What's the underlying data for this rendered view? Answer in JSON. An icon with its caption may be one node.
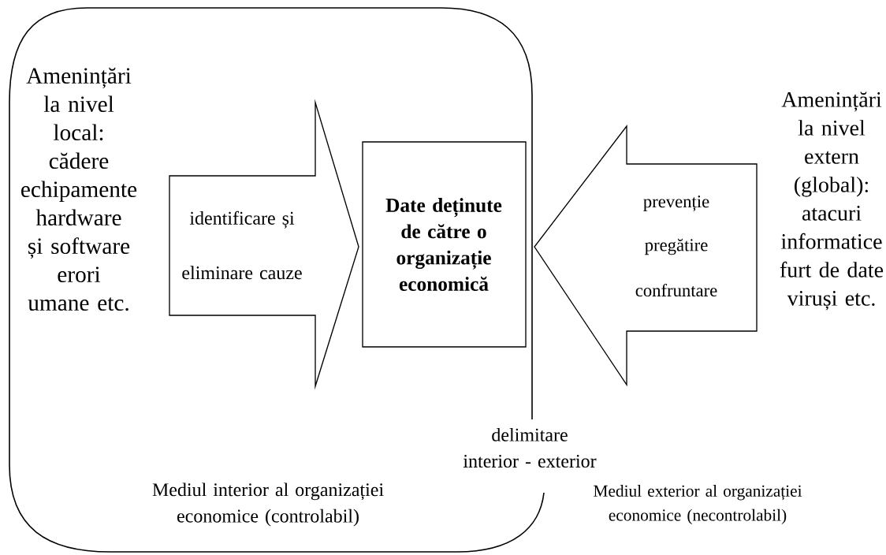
{
  "diagram": {
    "nodes": [
      {
        "text": [
          "Mediul interior al organizației economice (controlabil)"
        ]
      },
      {
        "text": [
          "Amenințări la nivel local: cădere echipamente hardware și software erori umane etc."
        ],
        "in": 0
      },
      {
        "text": [
          "identificare și eliminare cauze"
        ],
        "in": 0
      },
      {
        "text": [
          "Date deținute de către o organizație economică"
        ],
        "in": 0
      },
      {
        "text": [
          "prevenție",
          "pregătire",
          "confruntare"
        ]
      },
      {
        "text": [
          "Amenințări la nivel extern (global): atacuri informatice furt de date viruși etc."
        ]
      }
    ],
    "labels": [
      "delimitare interior - exterior",
      "Mediul exterior al organizației economice (necontrolabil)"
    ]
  }
}
